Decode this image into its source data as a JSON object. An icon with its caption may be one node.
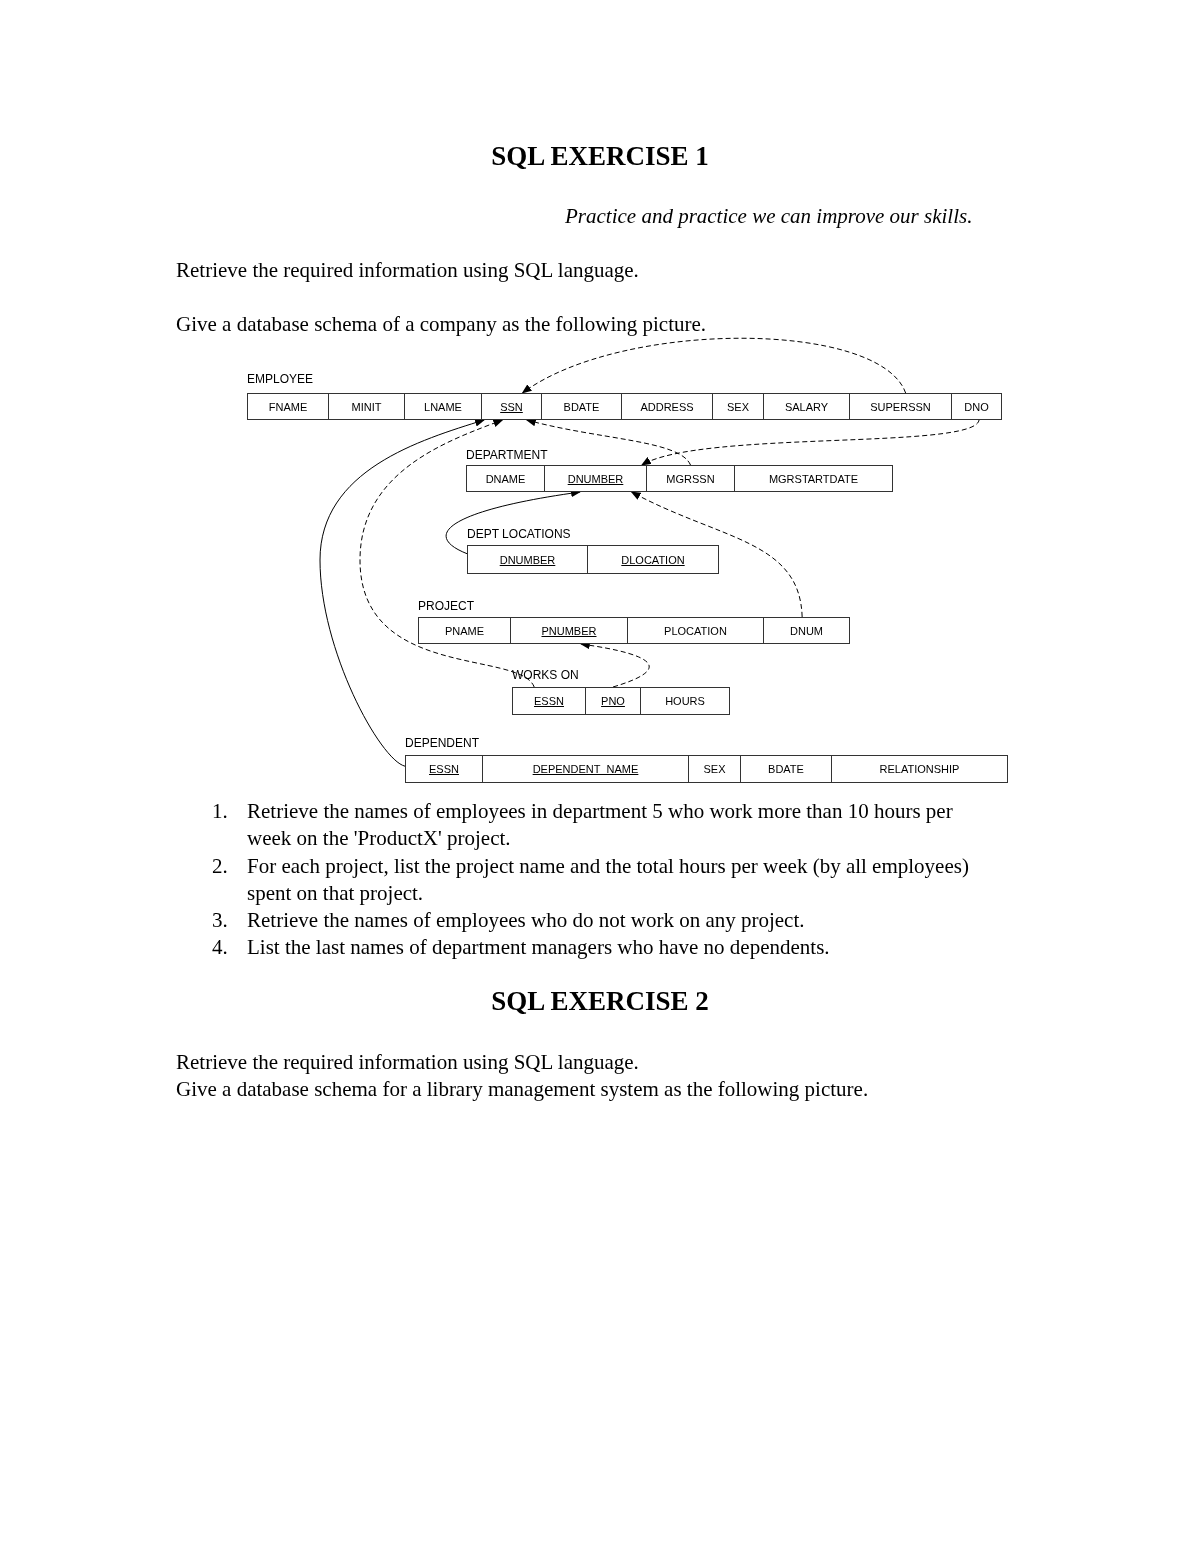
{
  "diagram": {
    "title": "SQL EXERCISE 1",
    "nodes": [
      {
        "text": [
          "EMPLOYEE"
        ]
      },
      {
        "text": [
          "FNAME"
        ],
        "in": 0
      },
      {
        "text": [
          "MINIT"
        ],
        "in": 0
      },
      {
        "text": [
          "LNAME"
        ],
        "in": 0
      },
      {
        "text": [
          "SSN"
        ],
        "in": 0
      },
      {
        "text": [
          "BDATE"
        ],
        "in": 0
      },
      {
        "text": [
          "ADDRESS"
        ],
        "in": 0
      },
      {
        "text": [
          "SEX"
        ],
        "in": 0
      },
      {
        "text": [
          "SALARY"
        ],
        "in": 0
      },
      {
        "text": [
          "SUPERSSN"
        ],
        "in": 0
      },
      {
        "text": [
          "DNO"
        ],
        "in": 0
      },
      {
        "text": [
          "DEPARTMENT"
        ]
      },
      {
        "text": [
          "DNAME"
        ],
        "in": 11
      },
      {
        "text": [
          "DNUMBER"
        ],
        "in": 11
      },
      {
        "text": [
          "MGRSSN"
        ],
        "in": 11
      },
      {
        "text": [
          "MGRSTARTDATE"
        ],
        "in": 11
      },
      {
        "text": [
          "DEPT LOCATIONS"
        ]
      },
      {
        "text": [
          "DNUMBER"
        ],
        "in": 16
      },
      {
        "text": [
          "DLOCATION"
        ],
        "in": 16
      },
      {
        "text": [
          "PROJECT"
        ]
      },
      {
        "text": [
          "PNAME"
        ],
        "in": 19
      },
      {
        "text": [
          "PNUMBER"
        ],
        "in": 19
      },
      {
        "text": [
          "PLOCATION"
        ],
        "in": 19
      },
      {
        "text": [
          "DNUM"
        ],
        "in": 19
      },
      {
        "text": [
          "WORKS ON"
        ]
      },
      {
        "text": [
          "ESSN"
        ],
        "in": 24
      },
      {
        "text": [
          "PNO"
        ],
        "in": 24
      },
      {
        "text": [
          "HOURS"
        ],
        "in": 24
      },
      {
        "text": [
          "DEPENDENT"
        ]
      },
      {
        "text": [
          "ESSN"
        ],
        "in": 28
      },
      {
        "text": [
          "DEPENDENT_NAME"
        ],
        "in": 28
      },
      {
        "text": [
          "SEX"
        ],
        "in": 28
      },
      {
        "text": [
          "BDATE"
        ],
        "in": 28
      },
      {
        "text": [
          "RELATIONSHIP"
        ],
        "in": 28
      }
    ],
    "edges": [
      {
        "from": 9,
        "to": 4,
        "arrow": "to",
        "style": "dashed"
      },
      {
        "from": 10,
        "to": 13,
        "arrow": "to",
        "style": "dashed"
      },
      {
        "from": 14,
        "to": 4,
        "arrow": "to",
        "style": "dashed"
      },
      {
        "from": 17,
        "to": 13,
        "arrow": "to"
      },
      {
        "from": 23,
        "to": 13,
        "arrow": "to",
        "style": "dashed"
      },
      {
        "from": 25,
        "to": 4,
        "arrow": "to",
        "style": "dashed"
      },
      {
        "from": 26,
        "to": 21,
        "arrow": "to",
        "style": "dashed"
      },
      {
        "from": 29,
        "to": 4,
        "arrow": "to"
      }
    ],
    "labels": [
      "Practice and practice we can improve our skills.",
      "Retrieve the required information using SQL language.",
      "Give a database schema of a company as the following picture.",
      "1.",
      "Retrieve the names of employees in department 5 who work more than 10 hours per week on the 'ProductX' project.",
      "2.",
      "For each project, list the project name and the total hours per week (by all employees) spent on that project.",
      "3.",
      "Retrieve the names of employees who do not work on any project.",
      "4.",
      "List the last names of department managers who have no dependents.",
      "SQL EXERCISE 2",
      "Retrieve the required information using SQL language.",
      "Give a database schema for a library management system as the following picture."
    ]
  }
}
